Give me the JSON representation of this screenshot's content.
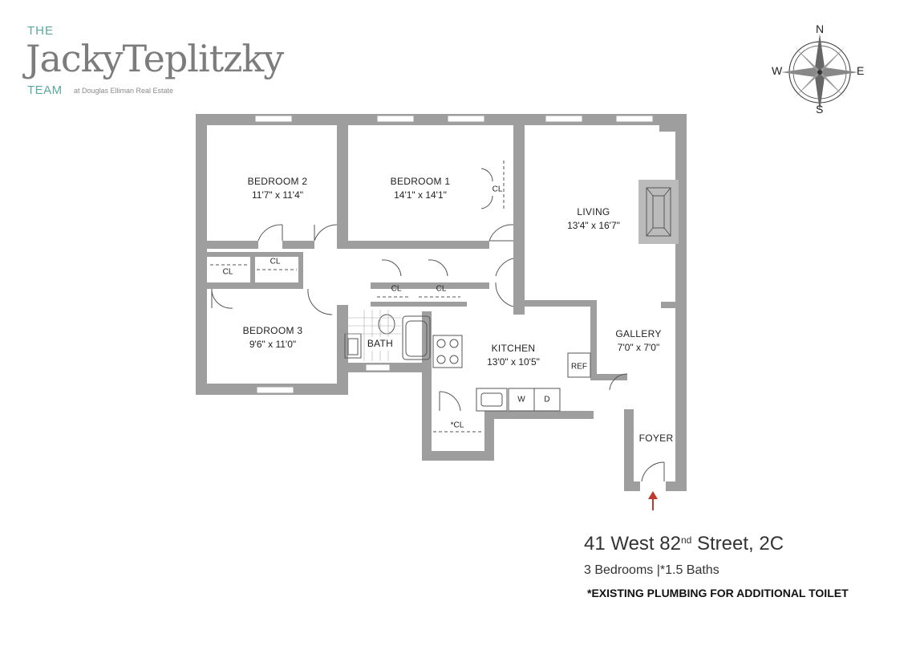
{
  "logo": {
    "the": "THE",
    "name": "JackyTeplitzky",
    "team": "TEAM",
    "subtitle": "at Douglas Elliman Real Estate"
  },
  "compass": {
    "north": "N",
    "south": "S",
    "east": "E",
    "west": "W"
  },
  "rooms": {
    "bedroom2": {
      "name": "BEDROOM 2",
      "size": "11'7\" x 11'4\""
    },
    "bedroom1": {
      "name": "BEDROOM 1",
      "size": "14'1\" x 14'1\""
    },
    "living": {
      "name": "LIVING",
      "size": "13'4\" x 16'7\""
    },
    "bedroom3": {
      "name": "BEDROOM 3",
      "size": "9'6\" x 11'0\""
    },
    "kitchen": {
      "name": "KITCHEN",
      "size": "13'0\" x 10'5\""
    },
    "gallery": {
      "name": "GALLERY",
      "size": "7'0\" x 7'0\""
    },
    "foyer": {
      "name": "FOYER"
    },
    "bath": {
      "name": "BATH"
    }
  },
  "fixtures": {
    "closet": "CL",
    "closet_starred": "*CL",
    "refrigerator": "REF",
    "washer": "W",
    "dryer": "D"
  },
  "listing": {
    "street_number_prefix": "41 West 82",
    "ordinal": "nd",
    "street_suffix": " Street, 2C",
    "stats": "3 Bedrooms |*1.5 Baths",
    "note": "*EXISTING PLUMBING FOR ADDITIONAL TOILET"
  },
  "colors": {
    "wall": "#9e9e9e",
    "logo_accent": "#5aa7a1",
    "logo_text": "#7c7c7c",
    "entry_arrow": "#c0392b"
  }
}
